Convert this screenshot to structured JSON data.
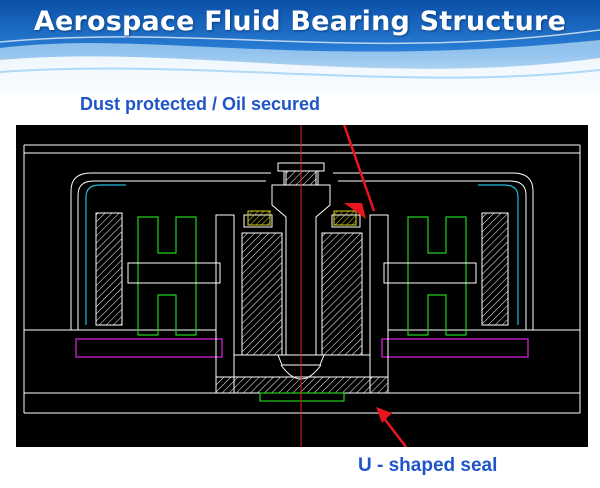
{
  "title": "Aerospace Fluid Bearing Structure",
  "callouts": {
    "top": "Dust protected / Oil secured",
    "bottom": "U - shaped seal"
  },
  "colors": {
    "banner_blue": "#1565c0",
    "label_blue": "#1f55c8",
    "arrow_red": "#e8141e",
    "cad_background": "#000000",
    "cad_line_white": "#ffffff",
    "cad_line_green": "#1fd11f",
    "cad_line_magenta": "#c020c0",
    "cad_line_cyan": "#22b8d8",
    "cad_line_yellow": "#d8d020",
    "cad_centerline_red": "#e02020"
  }
}
